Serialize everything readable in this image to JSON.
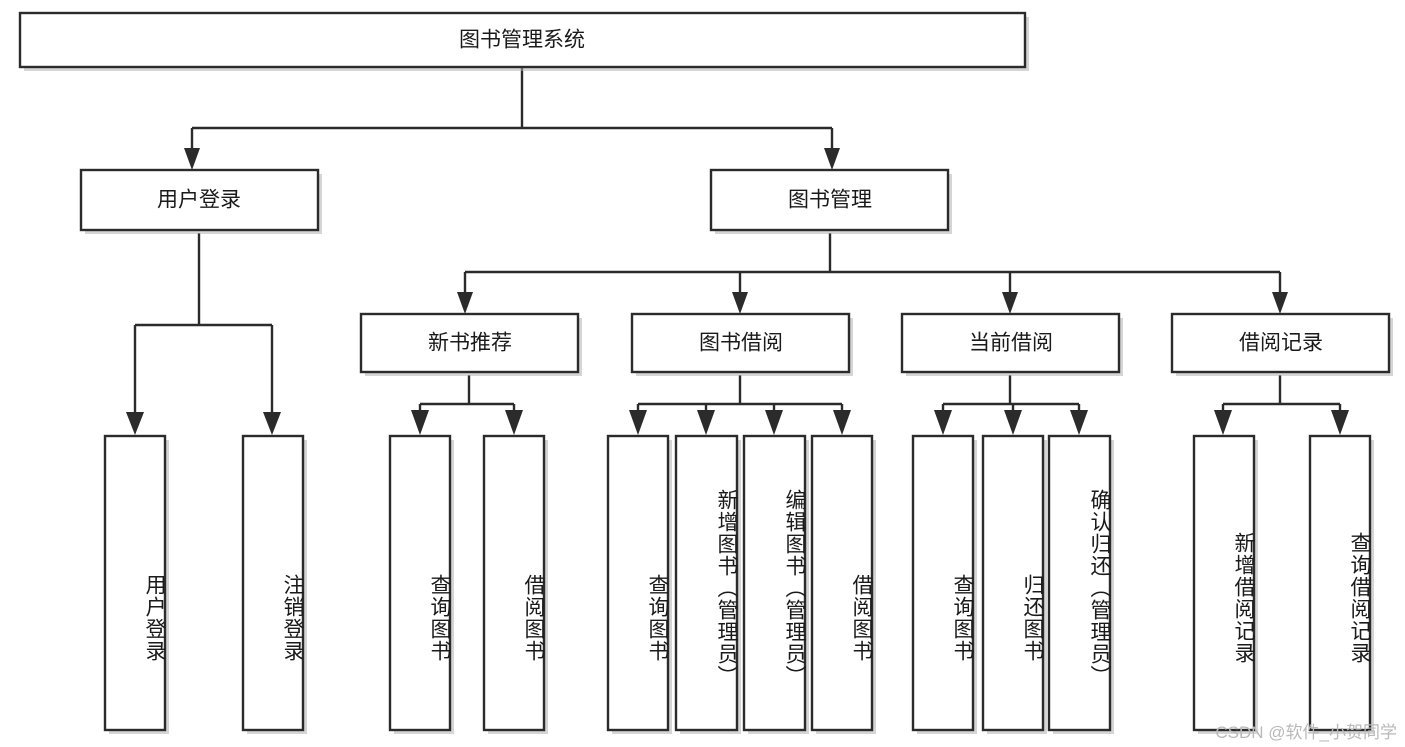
{
  "diagram": {
    "title": "图书管理系统",
    "type": "tree-hierarchy",
    "watermark": "CSDN @软件_小贺同学",
    "colors": {
      "box_fill": "#ffffff",
      "box_stroke": "#2b2b2b",
      "text": "#1a1a1a",
      "watermark": "#b9b9b9",
      "background": "#ffffff"
    },
    "levels": {
      "root": {
        "label": "图书管理系统"
      },
      "level2": [
        {
          "id": "user-login",
          "label": "用户登录"
        },
        {
          "id": "book-manage",
          "label": "图书管理"
        }
      ],
      "level3": [
        {
          "id": "new-book-recommend",
          "label": "新书推荐",
          "parent": "book-manage"
        },
        {
          "id": "book-borrow",
          "label": "图书借阅",
          "parent": "book-manage"
        },
        {
          "id": "current-borrow",
          "label": "当前借阅",
          "parent": "book-manage"
        },
        {
          "id": "borrow-record",
          "label": "借阅记录",
          "parent": "book-manage"
        }
      ],
      "leaves": {
        "user-login": [
          {
            "id": "leaf-user-login",
            "label": "用户登录"
          },
          {
            "id": "leaf-logout",
            "label": "注销登录"
          }
        ],
        "new-book-recommend": [
          {
            "id": "leaf-query-book-1",
            "label": "查询图书"
          },
          {
            "id": "leaf-borrow-book-1",
            "label": "借阅图书"
          }
        ],
        "book-borrow": [
          {
            "id": "leaf-query-book-2",
            "label": "查询图书"
          },
          {
            "id": "leaf-add-book",
            "label": "新增图书（管理员）"
          },
          {
            "id": "leaf-edit-book",
            "label": "编辑图书（管理员）"
          },
          {
            "id": "leaf-borrow-book-2",
            "label": "借阅图书"
          }
        ],
        "current-borrow": [
          {
            "id": "leaf-query-book-3",
            "label": "查询图书"
          },
          {
            "id": "leaf-return-book",
            "label": "归还图书"
          },
          {
            "id": "leaf-confirm-return",
            "label": "确认归还（管理员）"
          }
        ],
        "borrow-record": [
          {
            "id": "leaf-add-record",
            "label": "新增借阅记录"
          },
          {
            "id": "leaf-query-record",
            "label": "查询借阅记录"
          }
        ]
      }
    }
  }
}
